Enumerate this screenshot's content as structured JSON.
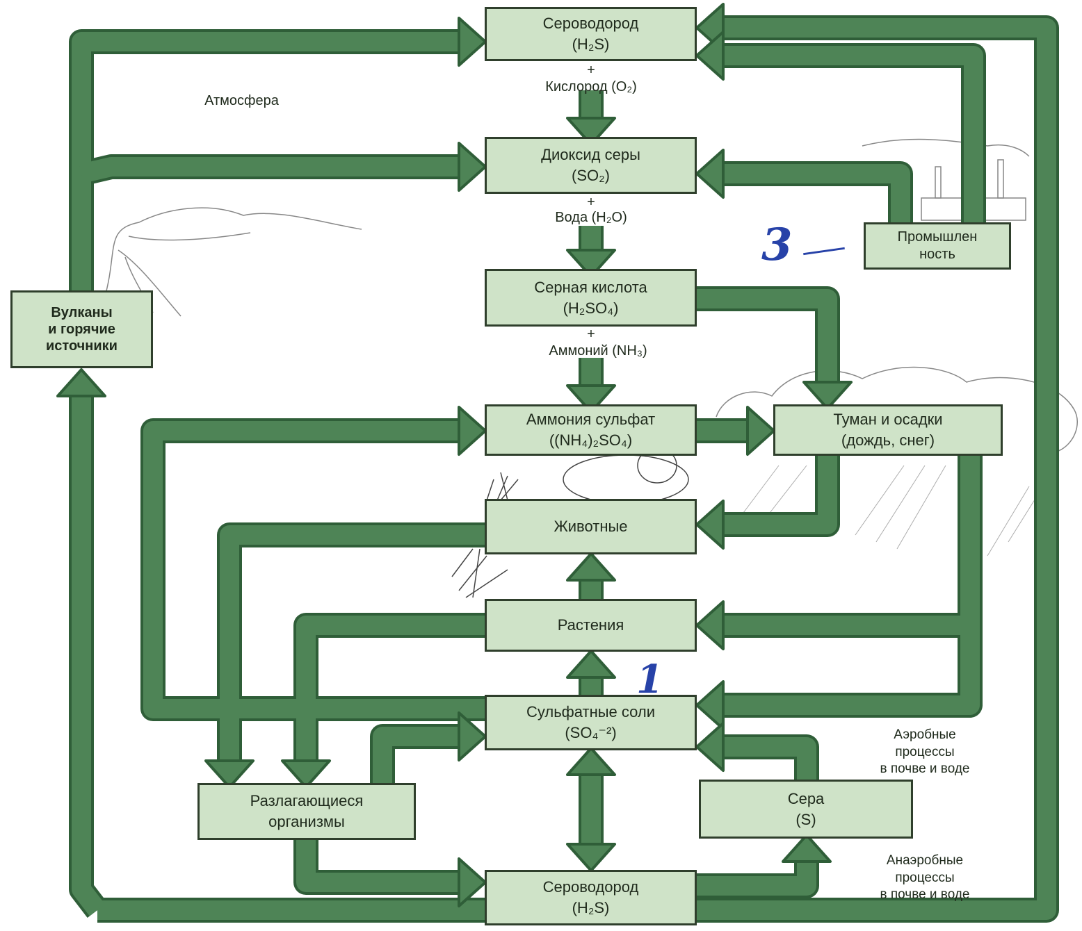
{
  "boxes": {
    "h2s_top": {
      "name": "Сероводород",
      "formula": "(H₂S)"
    },
    "so2": {
      "name": "Диоксид серы",
      "formula": "(SO₂)"
    },
    "h2so4": {
      "name": "Серная кислота",
      "formula": "(H₂SO₄)"
    },
    "ammonium_sulfate": {
      "name": "Аммония сульфат",
      "formula": "((NH₄)₂SO₄)"
    },
    "fog": {
      "name": "Туман и осадки",
      "formula": "(дождь, снег)"
    },
    "animals": {
      "name": "Животные"
    },
    "plants": {
      "name": "Растения"
    },
    "sulfate_salts": {
      "name": "Сульфатные соли",
      "formula": "(SO₄⁻²)"
    },
    "decomposers": {
      "line1": "Разлагающиеся",
      "line2": "организмы"
    },
    "sulfur": {
      "name": "Сера",
      "formula": "(S)"
    },
    "h2s_bottom": {
      "name": "Сероводород",
      "formula": "(H₂S)"
    },
    "volcanoes": {
      "line1": "Вулканы",
      "line2": "и горячие",
      "line3": "источники"
    },
    "industry": {
      "line1": "Промышлен",
      "line2": "ность"
    }
  },
  "reagents": {
    "plus": "+",
    "oxygen": "Кислород (O₂)",
    "water": "Вода (H₂O)",
    "ammonia": "Аммоний (NH₃)"
  },
  "labels": {
    "atmosphere": "Атмосфера",
    "aerobic": {
      "line1": "Аэробные",
      "line2": "процессы",
      "line3": "в почве и воде"
    },
    "anaerobic": {
      "line1": "Анаэробные",
      "line2": "процессы",
      "line3": "в почве и воде"
    }
  },
  "handwritten": {
    "num1": "1",
    "num3": "3"
  },
  "colors": {
    "box_fill": "#cfe3c8",
    "arrow_fill": "#4e8456",
    "arrow_edge": "#2f5e38",
    "ink": "#2742a8"
  }
}
